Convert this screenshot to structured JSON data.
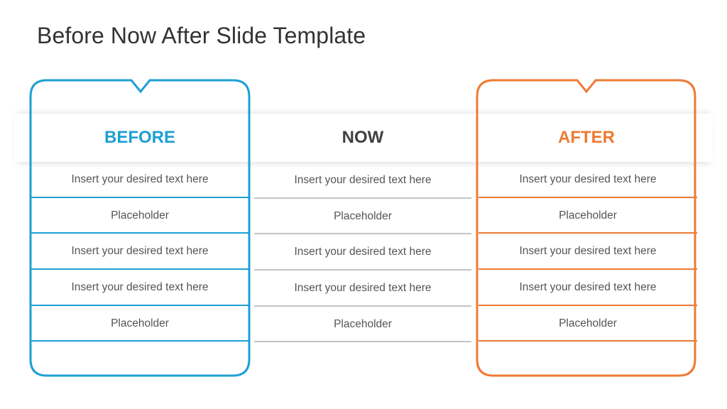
{
  "slide": {
    "title": "Before Now After Slide Template"
  },
  "colors": {
    "before": "#1e9fd4",
    "now": "#404040",
    "after": "#ee7a34",
    "divider": "#c4c4c4",
    "text": "#555555"
  },
  "columns": [
    {
      "heading": "BEFORE",
      "rows": [
        "Insert your desired text here",
        "Placeholder",
        "Insert your desired text here",
        "Insert your desired text here",
        "Placeholder"
      ]
    },
    {
      "heading": "NOW",
      "rows": [
        "Insert your desired text here",
        "Placeholder",
        "Insert your desired text here",
        "Insert your desired text here",
        "Placeholder"
      ]
    },
    {
      "heading": "AFTER",
      "rows": [
        "Insert your desired text here",
        "Placeholder",
        "Insert your desired text here",
        "Insert your desired text here",
        "Placeholder"
      ]
    }
  ]
}
